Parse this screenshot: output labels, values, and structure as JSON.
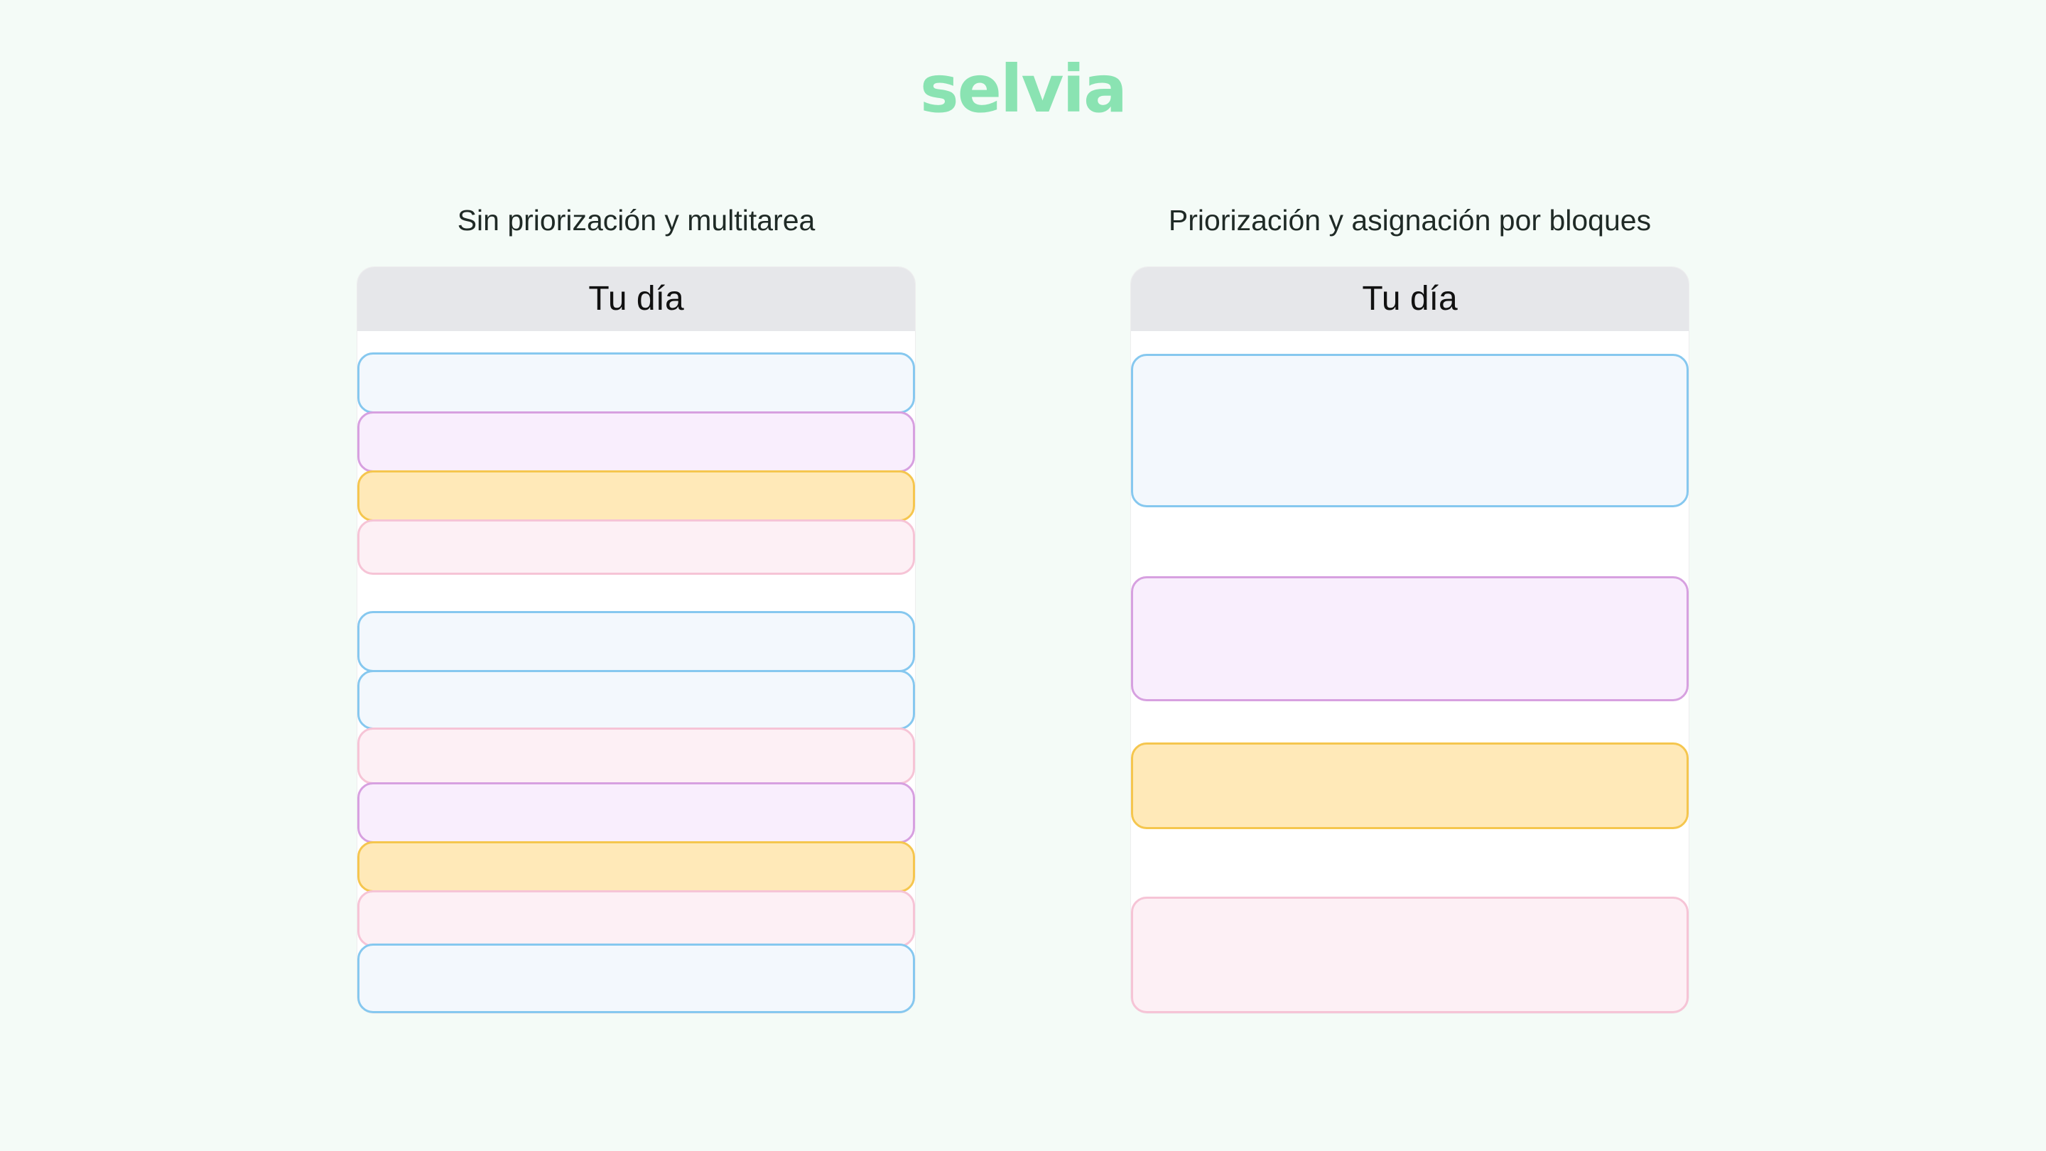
{
  "brand": {
    "logo_text": "selvia",
    "color": "#8ae3b2"
  },
  "left": {
    "title": "Sin priorización y multitarea",
    "card_header": "Tu día",
    "blocks": [
      "blue",
      "purple",
      "yellow",
      "pink",
      "blue",
      "blue",
      "pink",
      "purple",
      "yellow",
      "pink",
      "blue"
    ]
  },
  "right": {
    "title": "Priorización y asignación por bloques",
    "card_header": "Tu día",
    "blocks": [
      "blue",
      "purple",
      "yellow",
      "pink"
    ]
  },
  "colors": {
    "blue": "#86c8ef",
    "purple": "#d7a0e0",
    "yellow": "#f5c64e",
    "pink": "#f6c4d6",
    "background": "#f4fbf7"
  }
}
